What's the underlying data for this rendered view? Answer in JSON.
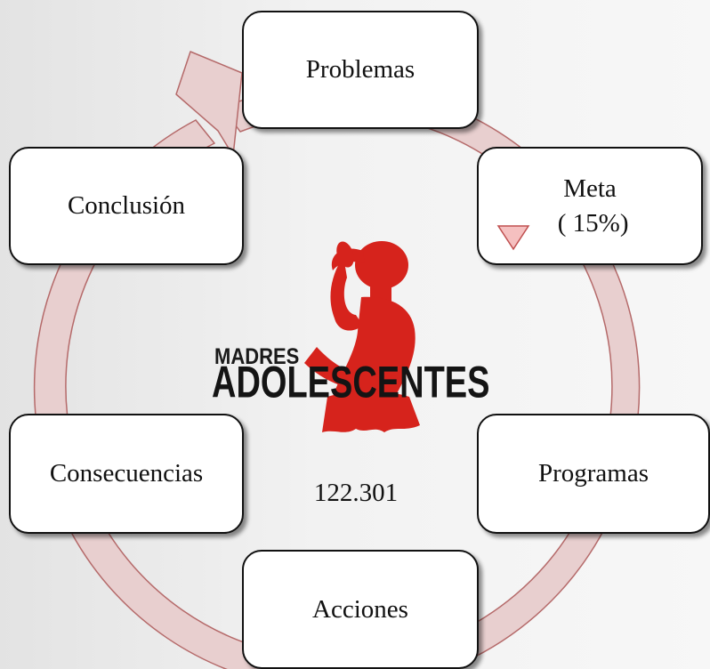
{
  "nodes": {
    "problemas": "Problemas",
    "meta": "Meta",
    "meta_sub": " ( 15%)",
    "programas": "Programas",
    "acciones": "Acciones",
    "consecuencias": "Consecuencias",
    "conclusion": "Conclusión"
  },
  "logo": {
    "line1": "MADRES",
    "line2": "ADOLESCENTES"
  },
  "center_value": "122.301",
  "colors": {
    "ring_fill": "#e8cfcf",
    "ring_stroke": "#b56a6a",
    "logo_red": "#d6231c",
    "triangle_fill": "#f5c0c0",
    "triangle_stroke": "#c05050"
  }
}
